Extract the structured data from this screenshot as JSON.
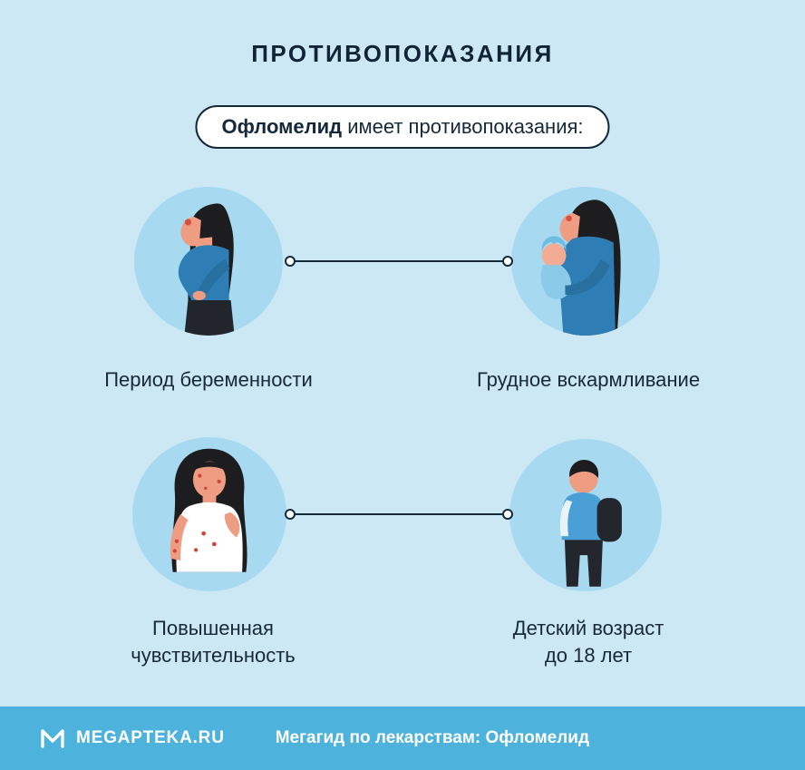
{
  "title": "ПРОТИВОПОКАЗАНИЯ",
  "badge": {
    "drug": "Офломелид",
    "suffix": " имеет противопоказания:"
  },
  "items": [
    {
      "illustration": "pregnant-woman-illustration",
      "lines": [
        "Период беременности"
      ]
    },
    {
      "illustration": "breastfeeding-mother-illustration",
      "lines": [
        "Грудное вскармливание"
      ]
    },
    {
      "illustration": "hypersensitive-woman-illustration",
      "lines": [
        "Повышенная",
        "чувствительность"
      ]
    },
    {
      "illustration": "boy-with-backpack-illustration",
      "lines": [
        "Детский возраст",
        "до 18 лет"
      ]
    }
  ],
  "footer": {
    "logo_icon": "megapteka-m-logo-icon",
    "brand": "MEGAPTEKA.RU",
    "caption": "Мегагид по лекарствам: Офломелид"
  },
  "colors": {
    "background": "#cde8f5",
    "circle_fill": "#a7daf0",
    "footer_bar": "#4db2dc",
    "heading_text": "#0f2537",
    "body_text": "#16293a",
    "badge_border": "#16293a",
    "badge_background": "#ffffff",
    "connector_line": "#16293a",
    "spot_red": "#cf4639",
    "figure_blue": "#2e7eb5"
  }
}
